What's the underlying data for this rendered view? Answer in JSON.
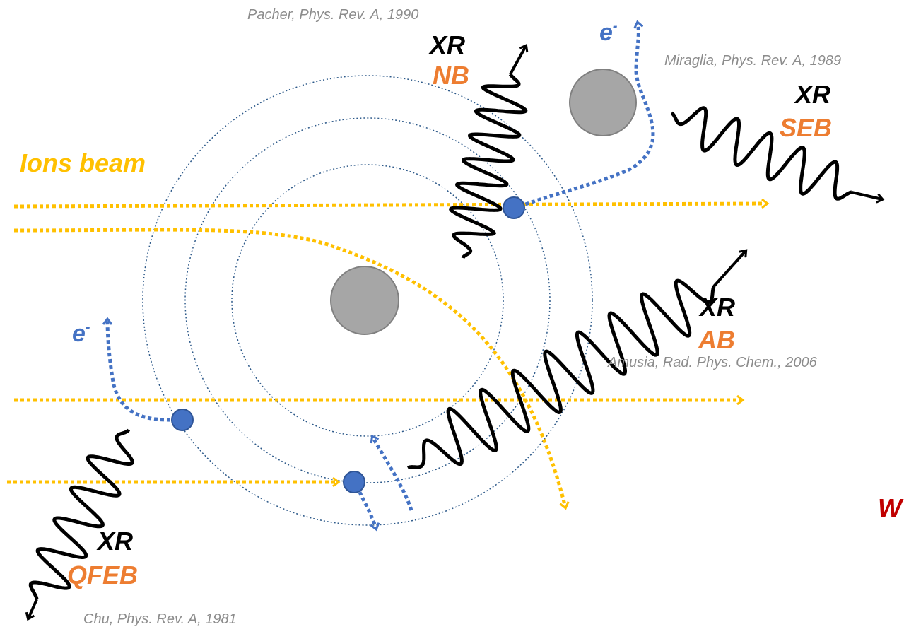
{
  "references": {
    "pacher": "Pacher, Phys. Rev. A, 1990",
    "miraglia": "Miraglia, Phys. Rev. A, 1989",
    "amusia": "Amusia, Rad. Phys. Chem., 2006",
    "chu": "Chu, Phys. Rev. A, 1981"
  },
  "labels": {
    "ions_beam": "Ions beam",
    "xr": "XR",
    "nb": "NB",
    "seb": "SEB",
    "ab": "AB",
    "qfeb": "QFEB",
    "electron": "e",
    "electron_charge": "-",
    "cut_off_text": "W"
  },
  "colors": {
    "ion_beam": "#ffc000",
    "electron": "#4472c4",
    "orbit": "#2e5a8a",
    "nucleus": "#a6a6a6",
    "photon": "#000000",
    "process_label": "#ed7d31",
    "reference": "#8c8c8c",
    "cut_off_text": "#c00000"
  }
}
